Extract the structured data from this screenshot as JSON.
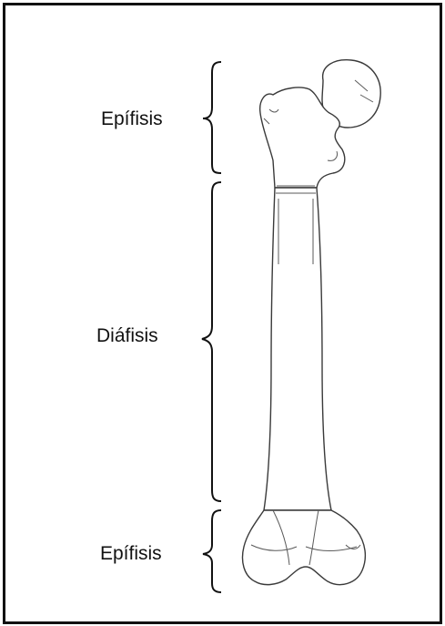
{
  "labels": {
    "epiphysis_top": "Epífisis",
    "diaphysis": "Diáfisis",
    "epiphysis_bottom": "Epífisis"
  },
  "colors": {
    "frame": "#111111",
    "bone_outline": "#3a3a3a",
    "brace": "#111111",
    "background": "#ffffff"
  }
}
